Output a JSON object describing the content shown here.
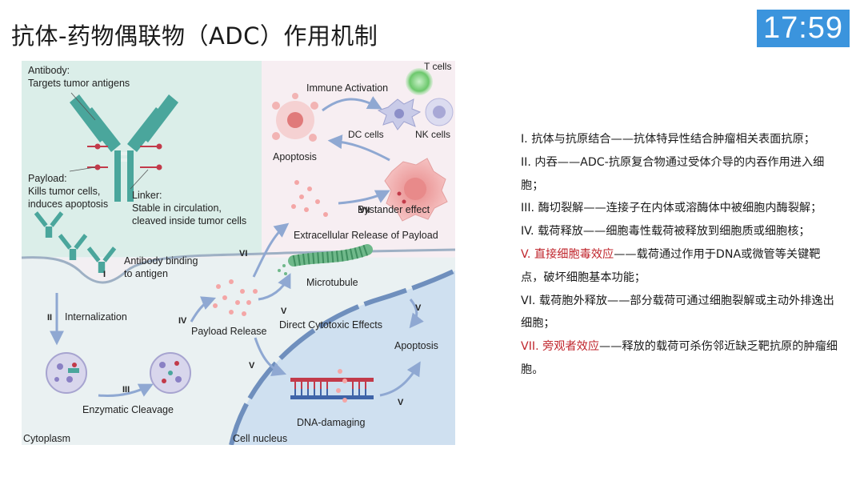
{
  "header": {
    "title": "抗体-药物偶联物（ADC）作用机制",
    "timer": "17:59"
  },
  "diagram": {
    "antibody_label": "Antibody:",
    "antibody_desc": "Targets tumor antigens",
    "payload_label": "Payload:",
    "payload_desc_1": "Kills tumor cells,",
    "payload_desc_2": "induces apoptosis",
    "linker_label": "Linker:",
    "linker_desc_1": "Stable in circulation,",
    "linker_desc_2": "cleaved inside tumor cells",
    "immune_activation": "Immune Activation",
    "t_cells": "T cells",
    "dc_cells": "DC cells",
    "nk_cells": "NK cells",
    "apoptosis_top": "Apoptosis",
    "bystander_effect": "Bystander effect",
    "extracellular_release": "Extracellular Release of Payload",
    "binding_1": "Antibody binding",
    "binding_2": "to antigen",
    "microtubule": "Microtubule",
    "internalization": "Internalization",
    "payload_release": "Payload Release",
    "direct_cytotoxic": "Direct Cytotoxic Effects",
    "apoptosis_right": "Apoptosis",
    "enzymatic_cleavage": "Enzymatic Cleavage",
    "dna_damaging": "DNA-damaging",
    "cytoplasm": "Cytoplasm",
    "cell_nucleus": "Cell nucleus",
    "roman": {
      "i": "I",
      "ii": "II",
      "iii": "III",
      "iv": "IV",
      "v": "V",
      "vi": "VI",
      "vii": "VII"
    }
  },
  "steps": [
    {
      "text": "I. 抗体与抗原结合——抗体特异性结合肿瘤相关表面抗原；",
      "highlight_prefix": ""
    },
    {
      "text": "II. 内吞——ADC-抗原复合物通过受体介导的内吞作用进入细胞；",
      "highlight_prefix": ""
    },
    {
      "text": "III. 酶切裂解——连接子在内体或溶酶体中被细胞内酶裂解；",
      "highlight_prefix": ""
    },
    {
      "text": "IV. 载荷释放——细胞毒性载荷被释放到细胞质或细胞核；",
      "highlight_prefix": ""
    },
    {
      "highlight_prefix": "V. 直接细胞毒效应",
      "text": "——载荷通过作用于DNA或微管等关键靶点，破坏细胞基本功能；"
    },
    {
      "text": "VI. 载荷胞外释放——部分载荷可通过细胞裂解或主动外排逸出细胞；",
      "highlight_prefix": ""
    },
    {
      "highlight_prefix": "VII. 旁观者效应",
      "text": "——释放的载荷可杀伤邻近缺乏靶抗原的肿瘤细胞。"
    }
  ],
  "colors": {
    "timer_bg": "#3b94dd",
    "highlight": "#c0262d",
    "antibody": "#4aa69c",
    "linker": "#c23a4a",
    "nucleus": "#cfe0f0"
  }
}
